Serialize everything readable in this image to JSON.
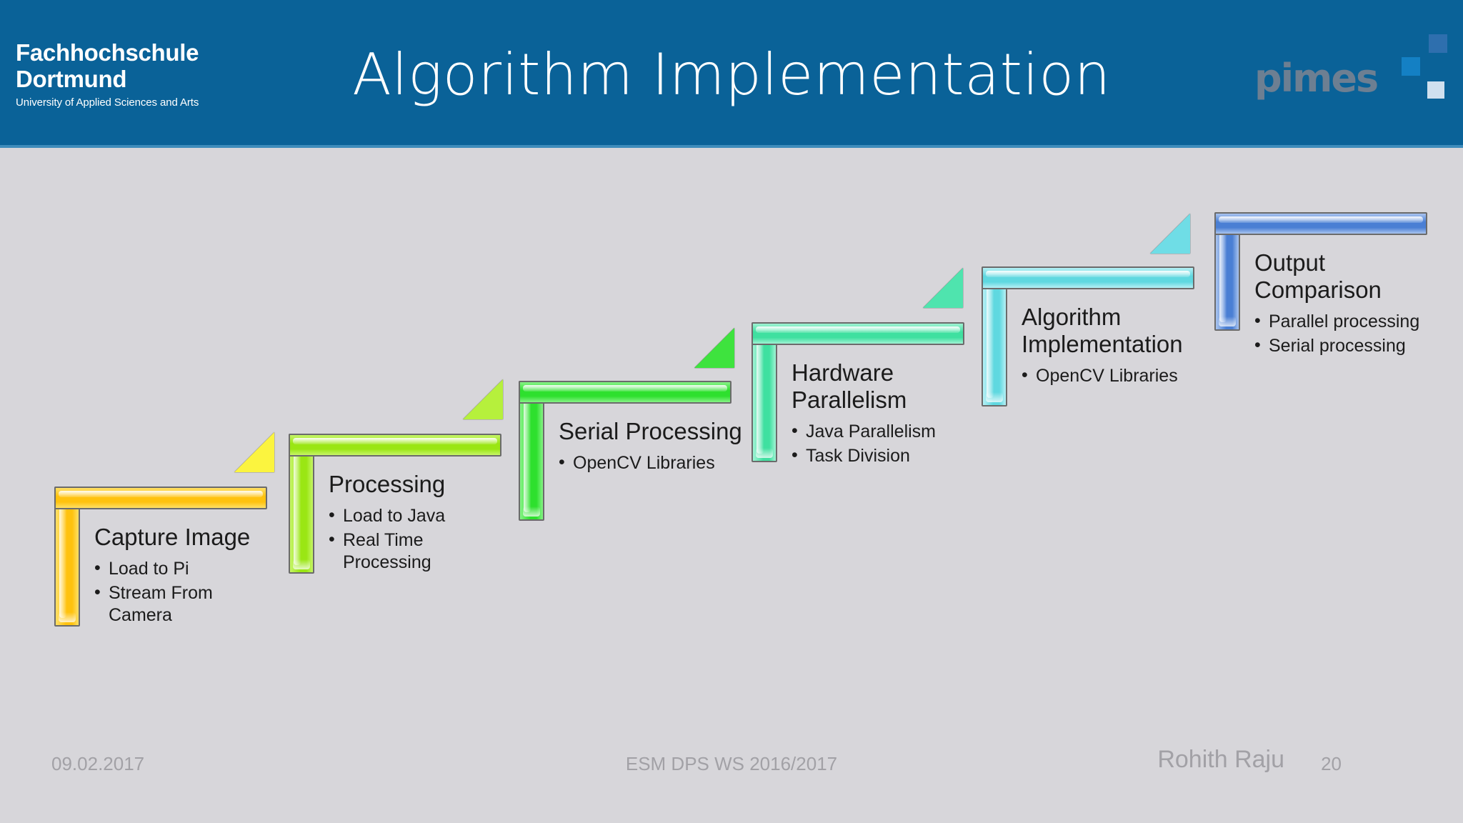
{
  "header": {
    "title": "Algorithm Implementation",
    "bg_color": "#0a6298",
    "university_logo": {
      "line1": "Fachhochschule",
      "line2": "Dortmund",
      "line3": "University of Applied Sciences and Arts"
    },
    "partner_logo": {
      "wordmark": "pimes",
      "square_colors": [
        "#2e6fae",
        "#1480c4",
        "#cfe0ef"
      ]
    }
  },
  "steps": [
    {
      "title": "Capture Image",
      "bullets": [
        "Load to Pi",
        "Stream From Camera"
      ],
      "color": "#ffc20e",
      "color_light": "#ffe066",
      "arrow_color": "#fbf43f"
    },
    {
      "title": "Processing",
      "bullets": [
        "Load to Java",
        "Real Time Processing"
      ],
      "color": "#9ae614",
      "color_light": "#c6f567",
      "arrow_color": "#b6f03c"
    },
    {
      "title": "Serial Processing",
      "bullets": [
        "OpenCV Libraries"
      ],
      "color": "#2ee02e",
      "color_light": "#86f386",
      "arrow_color": "#3ee33e"
    },
    {
      "title": "Hardware Parallelism",
      "bullets": [
        "Java Parallelism",
        "Task Division"
      ],
      "color": "#3fe0a0",
      "color_light": "#a0f3d4",
      "arrow_color": "#4fe4ae"
    },
    {
      "title": "Algorithm Implementation",
      "bullets": [
        "OpenCV Libraries"
      ],
      "color": "#5fd8e0",
      "color_light": "#b6f0f5",
      "arrow_color": "#6fdde6"
    },
    {
      "title": "Output Comparison",
      "bullets": [
        "Parallel processing",
        "Serial processing"
      ],
      "color": "#4a7fd4",
      "color_light": "#a9c4ef",
      "arrow_color": "#6fa8e6"
    }
  ],
  "footer": {
    "date": "09.02.2017",
    "course": "ESM DPS WS 2016/2017",
    "author": "Rohith Raju",
    "page": "20"
  },
  "theme": {
    "background": "#d7d6da",
    "text": "#1b1b1b",
    "footer_text": "#a2a1a6"
  }
}
